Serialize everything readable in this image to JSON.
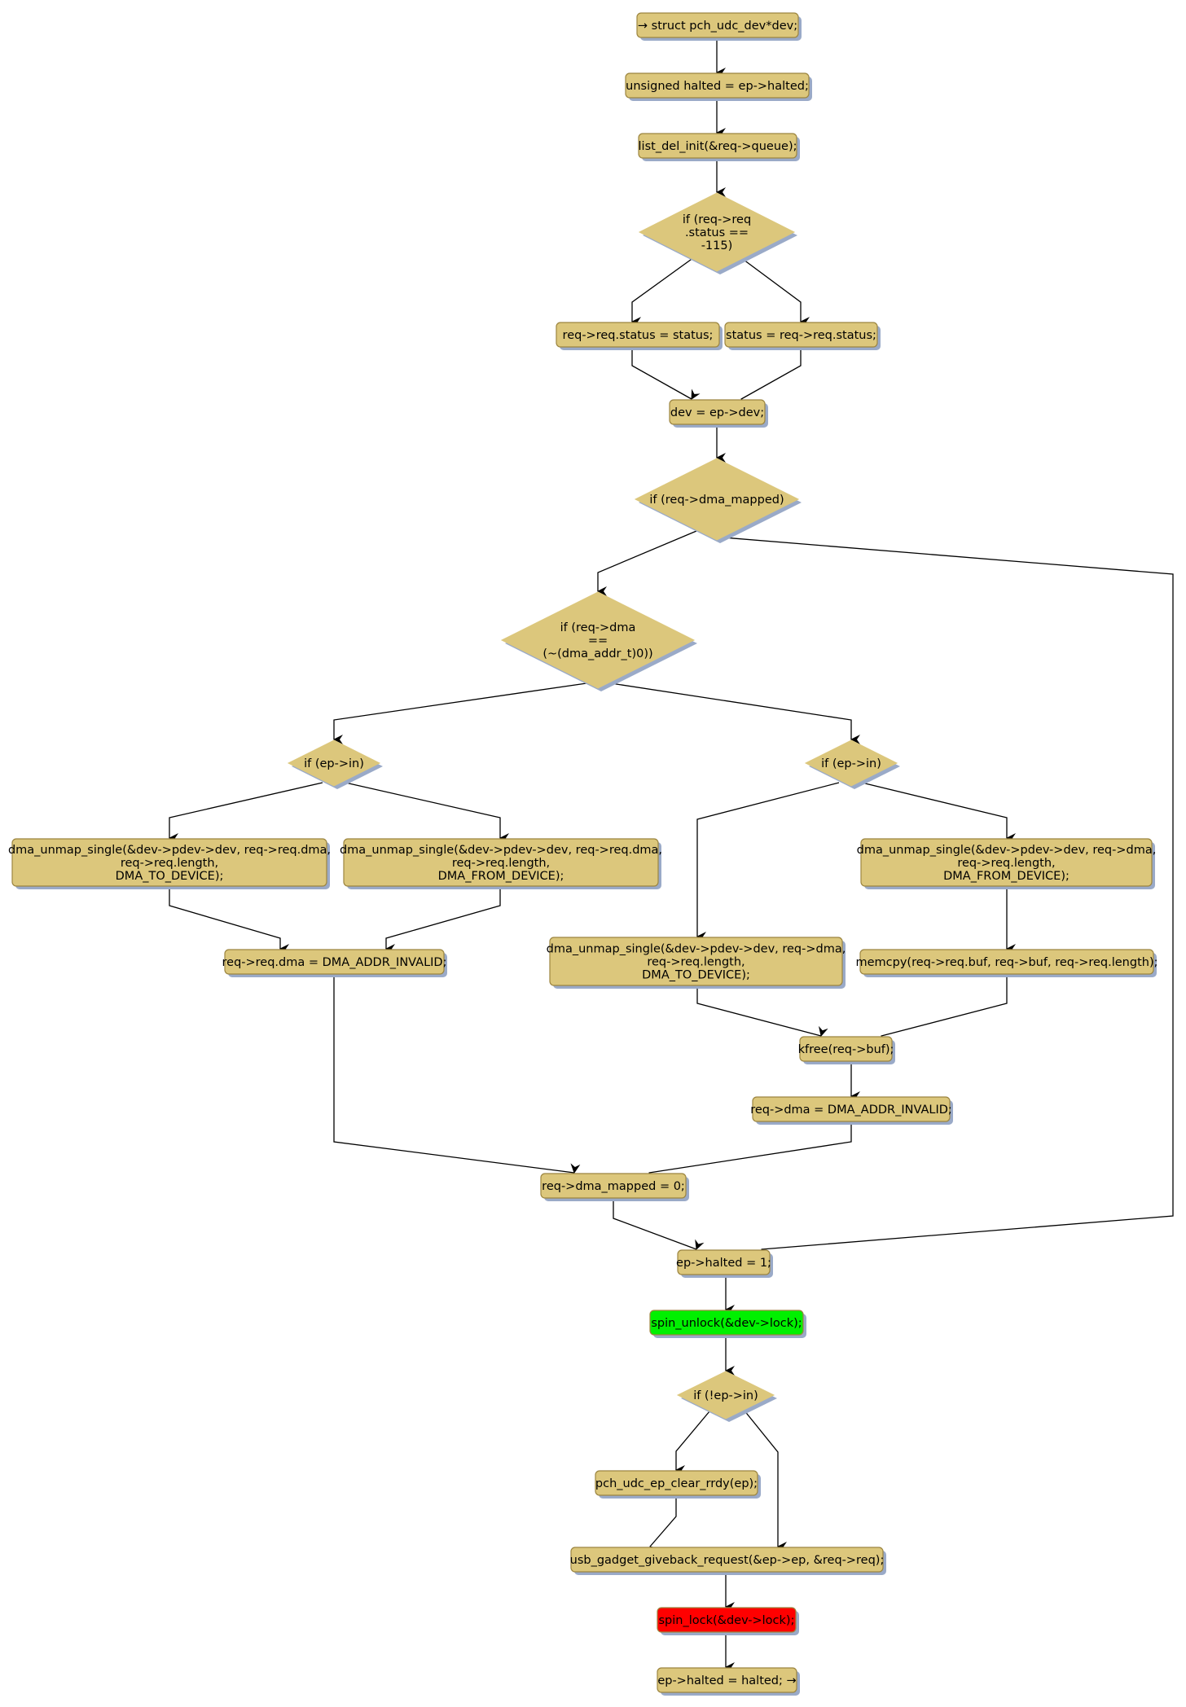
{
  "diagram": {
    "type": "control-flow-graph",
    "colors": {
      "default_fill": "#dcc77c",
      "default_stroke": "#9c8540",
      "unlock_fill": "#00f000",
      "lock_fill": "#ff0000",
      "edge": "#000000",
      "shadow": "#9aaac8"
    },
    "nodes": [
      {
        "id": "n1",
        "shape": "box",
        "lines": [
          "→ struct pch_udc_dev*dev;"
        ]
      },
      {
        "id": "n2",
        "shape": "box",
        "lines": [
          "unsigned halted = ep->halted;"
        ]
      },
      {
        "id": "n3",
        "shape": "box",
        "lines": [
          "list_del_init(&req->queue);"
        ]
      },
      {
        "id": "d1",
        "shape": "diamond",
        "lines": [
          "if (req->req",
          ".status ==",
          "-115)"
        ]
      },
      {
        "id": "n4",
        "shape": "box",
        "lines": [
          "req->req.status = status;"
        ]
      },
      {
        "id": "n5",
        "shape": "box",
        "lines": [
          "status = req->req.status;"
        ]
      },
      {
        "id": "n6",
        "shape": "box",
        "lines": [
          "dev = ep->dev;"
        ]
      },
      {
        "id": "d2",
        "shape": "diamond",
        "lines": [
          "if (req->dma_mapped)"
        ]
      },
      {
        "id": "d3",
        "shape": "diamond",
        "lines": [
          "if (req->dma",
          "==",
          "(~(dma_addr_t)0))"
        ]
      },
      {
        "id": "d4",
        "shape": "diamond",
        "lines": [
          "if (ep->in)"
        ]
      },
      {
        "id": "d5",
        "shape": "diamond",
        "lines": [
          "if (ep->in)"
        ]
      },
      {
        "id": "n7",
        "shape": "box",
        "lines": [
          "dma_unmap_single(&dev->pdev->dev, req->req.dma,",
          "req->req.length,",
          "DMA_TO_DEVICE);"
        ]
      },
      {
        "id": "n8",
        "shape": "box",
        "lines": [
          "dma_unmap_single(&dev->pdev->dev, req->req.dma,",
          "req->req.length,",
          "DMA_FROM_DEVICE);"
        ]
      },
      {
        "id": "n9",
        "shape": "box",
        "lines": [
          "dma_unmap_single(&dev->pdev->dev, req->dma,",
          "req->req.length,",
          "DMA_FROM_DEVICE);"
        ]
      },
      {
        "id": "n10",
        "shape": "box",
        "lines": [
          "req->req.dma = DMA_ADDR_INVALID;"
        ]
      },
      {
        "id": "n11",
        "shape": "box",
        "lines": [
          "dma_unmap_single(&dev->pdev->dev, req->dma,",
          "req->req.length,",
          "DMA_TO_DEVICE);"
        ]
      },
      {
        "id": "n12",
        "shape": "box",
        "lines": [
          "memcpy(req->req.buf, req->buf, req->req.length);"
        ]
      },
      {
        "id": "n13",
        "shape": "box",
        "lines": [
          "kfree(req->buf);"
        ]
      },
      {
        "id": "n14",
        "shape": "box",
        "lines": [
          "req->dma = DMA_ADDR_INVALID;"
        ]
      },
      {
        "id": "n15",
        "shape": "box",
        "lines": [
          "req->dma_mapped = 0;"
        ]
      },
      {
        "id": "n16",
        "shape": "box",
        "lines": [
          "ep->halted = 1;"
        ]
      },
      {
        "id": "n17",
        "shape": "box",
        "style": "unlock",
        "lines": [
          "spin_unlock(&dev->lock);"
        ]
      },
      {
        "id": "d6",
        "shape": "diamond",
        "lines": [
          "if (!ep->in)"
        ]
      },
      {
        "id": "n18",
        "shape": "box",
        "lines": [
          "pch_udc_ep_clear_rrdy(ep);"
        ]
      },
      {
        "id": "n19",
        "shape": "box",
        "lines": [
          "usb_gadget_giveback_request(&ep->ep, &req->req);"
        ]
      },
      {
        "id": "n20",
        "shape": "box",
        "style": "lock",
        "lines": [
          "spin_lock(&dev->lock);"
        ]
      },
      {
        "id": "n21",
        "shape": "box",
        "lines": [
          "ep->halted = halted; →"
        ]
      }
    ],
    "edges": [
      {
        "from": "n1",
        "to": "n2"
      },
      {
        "from": "n2",
        "to": "n3"
      },
      {
        "from": "n3",
        "to": "d1"
      },
      {
        "from": "d1",
        "to": "n4"
      },
      {
        "from": "d1",
        "to": "n5"
      },
      {
        "from": "n4",
        "to": "n6"
      },
      {
        "from": "n5",
        "to": "n6"
      },
      {
        "from": "n6",
        "to": "d2"
      },
      {
        "from": "d2",
        "to": "d3"
      },
      {
        "from": "d2",
        "to": "n16"
      },
      {
        "from": "d3",
        "to": "d4"
      },
      {
        "from": "d3",
        "to": "d5"
      },
      {
        "from": "d4",
        "to": "n7"
      },
      {
        "from": "d4",
        "to": "n8"
      },
      {
        "from": "n7",
        "to": "n10"
      },
      {
        "from": "n8",
        "to": "n10"
      },
      {
        "from": "d5",
        "to": "n11"
      },
      {
        "from": "d5",
        "to": "n9"
      },
      {
        "from": "n9",
        "to": "n12"
      },
      {
        "from": "n11",
        "to": "n13"
      },
      {
        "from": "n12",
        "to": "n13"
      },
      {
        "from": "n13",
        "to": "n14"
      },
      {
        "from": "n10",
        "to": "n15"
      },
      {
        "from": "n14",
        "to": "n15"
      },
      {
        "from": "n15",
        "to": "n16"
      },
      {
        "from": "n16",
        "to": "n17"
      },
      {
        "from": "n17",
        "to": "d6"
      },
      {
        "from": "d6",
        "to": "n18"
      },
      {
        "from": "d6",
        "to": "n19"
      },
      {
        "from": "n18",
        "to": "n19"
      },
      {
        "from": "n19",
        "to": "n20"
      },
      {
        "from": "n20",
        "to": "n21"
      }
    ]
  }
}
